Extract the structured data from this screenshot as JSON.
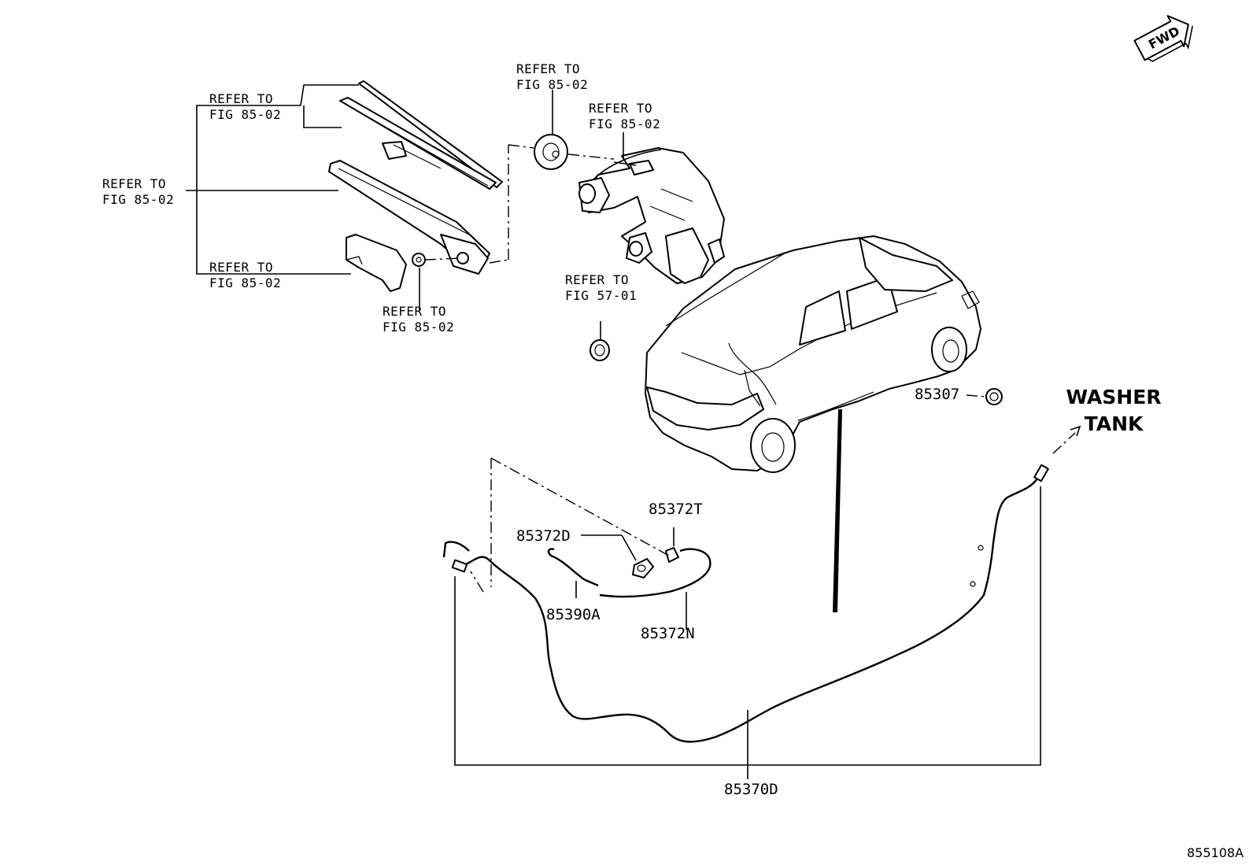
{
  "refer": {
    "r1": [
      "REFER TO",
      "FIG 85-02"
    ],
    "r2": [
      "REFER TO",
      "FIG 85-02"
    ],
    "r3": [
      "REFER TO",
      "FIG 85-02"
    ],
    "r4": [
      "REFER TO",
      "FIG 85-02"
    ],
    "r5": [
      "REFER TO",
      "FIG 85-02"
    ],
    "r6": [
      "REFER TO",
      "FIG 85-02"
    ],
    "r7": [
      "REFER TO",
      "FIG 57-01"
    ]
  },
  "parts": {
    "p85307": "85307",
    "p85372T": "85372T",
    "p85372D": "85372D",
    "p85390A": "85390A",
    "p85372N": "85372N",
    "p85370D": "85370D"
  },
  "washer_tank": [
    "WASHER",
    "TANK"
  ],
  "fwd_label": "FWD",
  "figure_id": "855108A"
}
